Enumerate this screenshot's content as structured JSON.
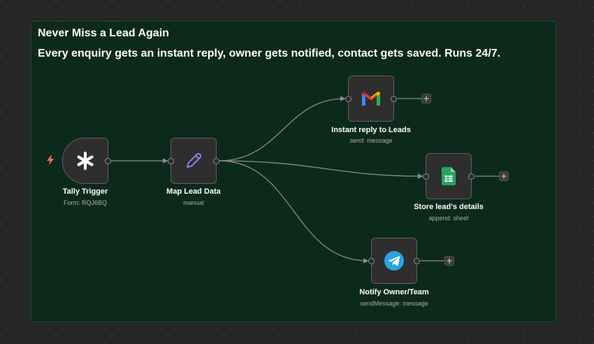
{
  "sticky": {
    "title": "Never Miss a Lead Again",
    "subtitle": "Every enquiry gets an instant reply, owner gets notified, contact gets saved. Runs 24/7."
  },
  "nodes": [
    {
      "id": "tally",
      "label": "Tally Trigger",
      "sublabel": "Form: RQJ6BQ",
      "icon": "asterisk-icon",
      "type": "trigger"
    },
    {
      "id": "map",
      "label": "Map Lead Data",
      "sublabel": "manual",
      "icon": "pencil-icon"
    },
    {
      "id": "gmail",
      "label": "Instant reply to Leads",
      "sublabel": "send: message",
      "icon": "gmail-icon"
    },
    {
      "id": "sheets",
      "label": "Store lead's details",
      "sublabel": "append: sheet",
      "icon": "google-sheets-icon"
    },
    {
      "id": "telegram",
      "label": "Notify Owner/Team",
      "sublabel": "sendMessage: message",
      "icon": "telegram-icon"
    }
  ],
  "add_button": "+",
  "colors": {
    "canvas": "#262626",
    "sticky_bg": "#0c2a1c",
    "node_bg": "#2e2e2e",
    "trigger_bolt": "#ff6d5a",
    "pencil": "#8b7cf6",
    "sheets": "#23a566",
    "telegram": "#2aa3e0"
  }
}
